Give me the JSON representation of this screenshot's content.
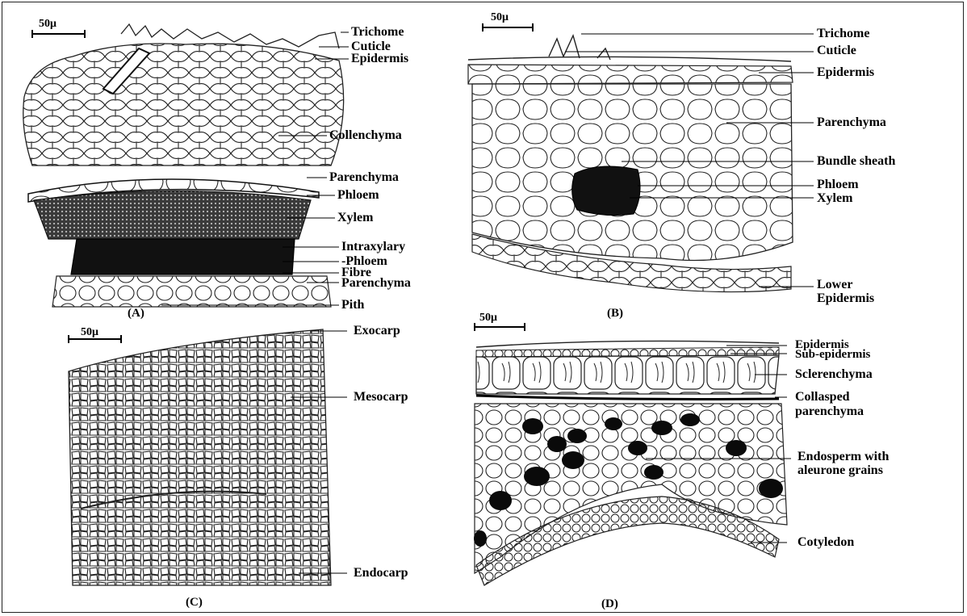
{
  "panels": [
    {
      "id": "A",
      "letter": "(A)",
      "scale": "50μ",
      "labels": [
        "Trichome",
        "Cuticle",
        "Epidermis",
        "Collenchyma",
        "Parenchyma",
        "Phloem",
        "Xylem",
        "Intraxylary",
        "-Phloem",
        "Fibre",
        "Parenchyma",
        "Pith"
      ]
    },
    {
      "id": "B",
      "letter": "(B)",
      "scale": "50μ",
      "labels": [
        "Trichome",
        "Cuticle",
        "Epidermis",
        "Parenchyma",
        "Bundle sheath",
        "Phloem",
        "Xylem",
        "Lower",
        "Epidermis"
      ]
    },
    {
      "id": "C",
      "letter": "(C)",
      "scale": "50μ",
      "labels": [
        "Exocarp",
        "Mesocarp",
        "Endocarp"
      ]
    },
    {
      "id": "D",
      "letter": "(D)",
      "scale": "50μ",
      "labels": [
        "Epidermis",
        "Sub-epidermis",
        "Sclerenchyma",
        "Collasped",
        "parenchyma",
        "Endosperm with",
        "aleurone grains",
        "Cotyledon"
      ]
    }
  ]
}
